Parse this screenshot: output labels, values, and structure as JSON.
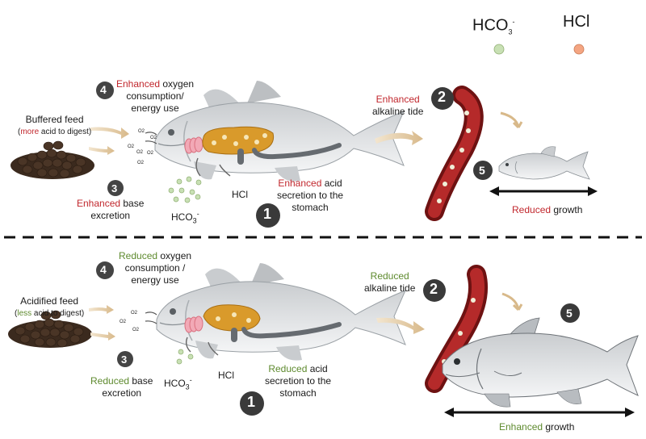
{
  "legend": {
    "bicarbonate": {
      "base": "HCO",
      "sub": "3",
      "sup": "-",
      "color": "#c8e0b4"
    },
    "acid": {
      "label": "HCl",
      "color": "#f4a582"
    }
  },
  "top": {
    "feed": {
      "title": "Buffered feed",
      "open": "(",
      "highlight": "more",
      "rest": " acid to digest)"
    },
    "step4": {
      "num": "4",
      "highlight": "Enhanced",
      "line1": " oxygen",
      "line2": "consumption/",
      "line3": "energy use"
    },
    "step3": {
      "num": "3",
      "highlight": "Enhanced",
      "line1": " base",
      "line2": "excretion"
    },
    "step1": {
      "num": "1",
      "highlight": "Enhanced",
      "line1": " acid",
      "line2": "secretion to the",
      "line3": "stomach"
    },
    "step2": {
      "num": "2",
      "highlight": "Enhanced",
      "line2": "alkaline tide"
    },
    "step5": {
      "num": "5",
      "highlight": "Reduced",
      "rest": " growth"
    },
    "hco3": {
      "base": "HCO",
      "sub": "3",
      "sup": "-"
    },
    "hcl": "HCl",
    "o2": "O2"
  },
  "bottom": {
    "feed": {
      "title": "Acidified feed",
      "open": "(",
      "highlight": "less",
      "rest": " acid to digest)"
    },
    "step4": {
      "num": "4",
      "highlight": "Reduced",
      "line1": " oxygen",
      "line2": "consumption /",
      "line3": "energy use"
    },
    "step3": {
      "num": "3",
      "highlight": "Reduced",
      "line1": " base",
      "line2": "excretion"
    },
    "step1": {
      "num": "1",
      "highlight": "Reduced",
      "line1": " acid",
      "line2": "secretion to the",
      "line3": "stomach"
    },
    "step2": {
      "num": "2",
      "highlight": "Reduced",
      "line2": "alkaline tide"
    },
    "step5": {
      "num": "5",
      "highlight": "Enhanced",
      "rest": " growth"
    },
    "hco3": {
      "base": "HCO",
      "sub": "3",
      "sup": "-"
    },
    "hcl": "HCl",
    "o2": "O2"
  },
  "colors": {
    "enhanced": "#c1272d",
    "reduced": "#5e8a2e",
    "vessel": "#8b1a1a",
    "organ": "#d99a2b"
  }
}
